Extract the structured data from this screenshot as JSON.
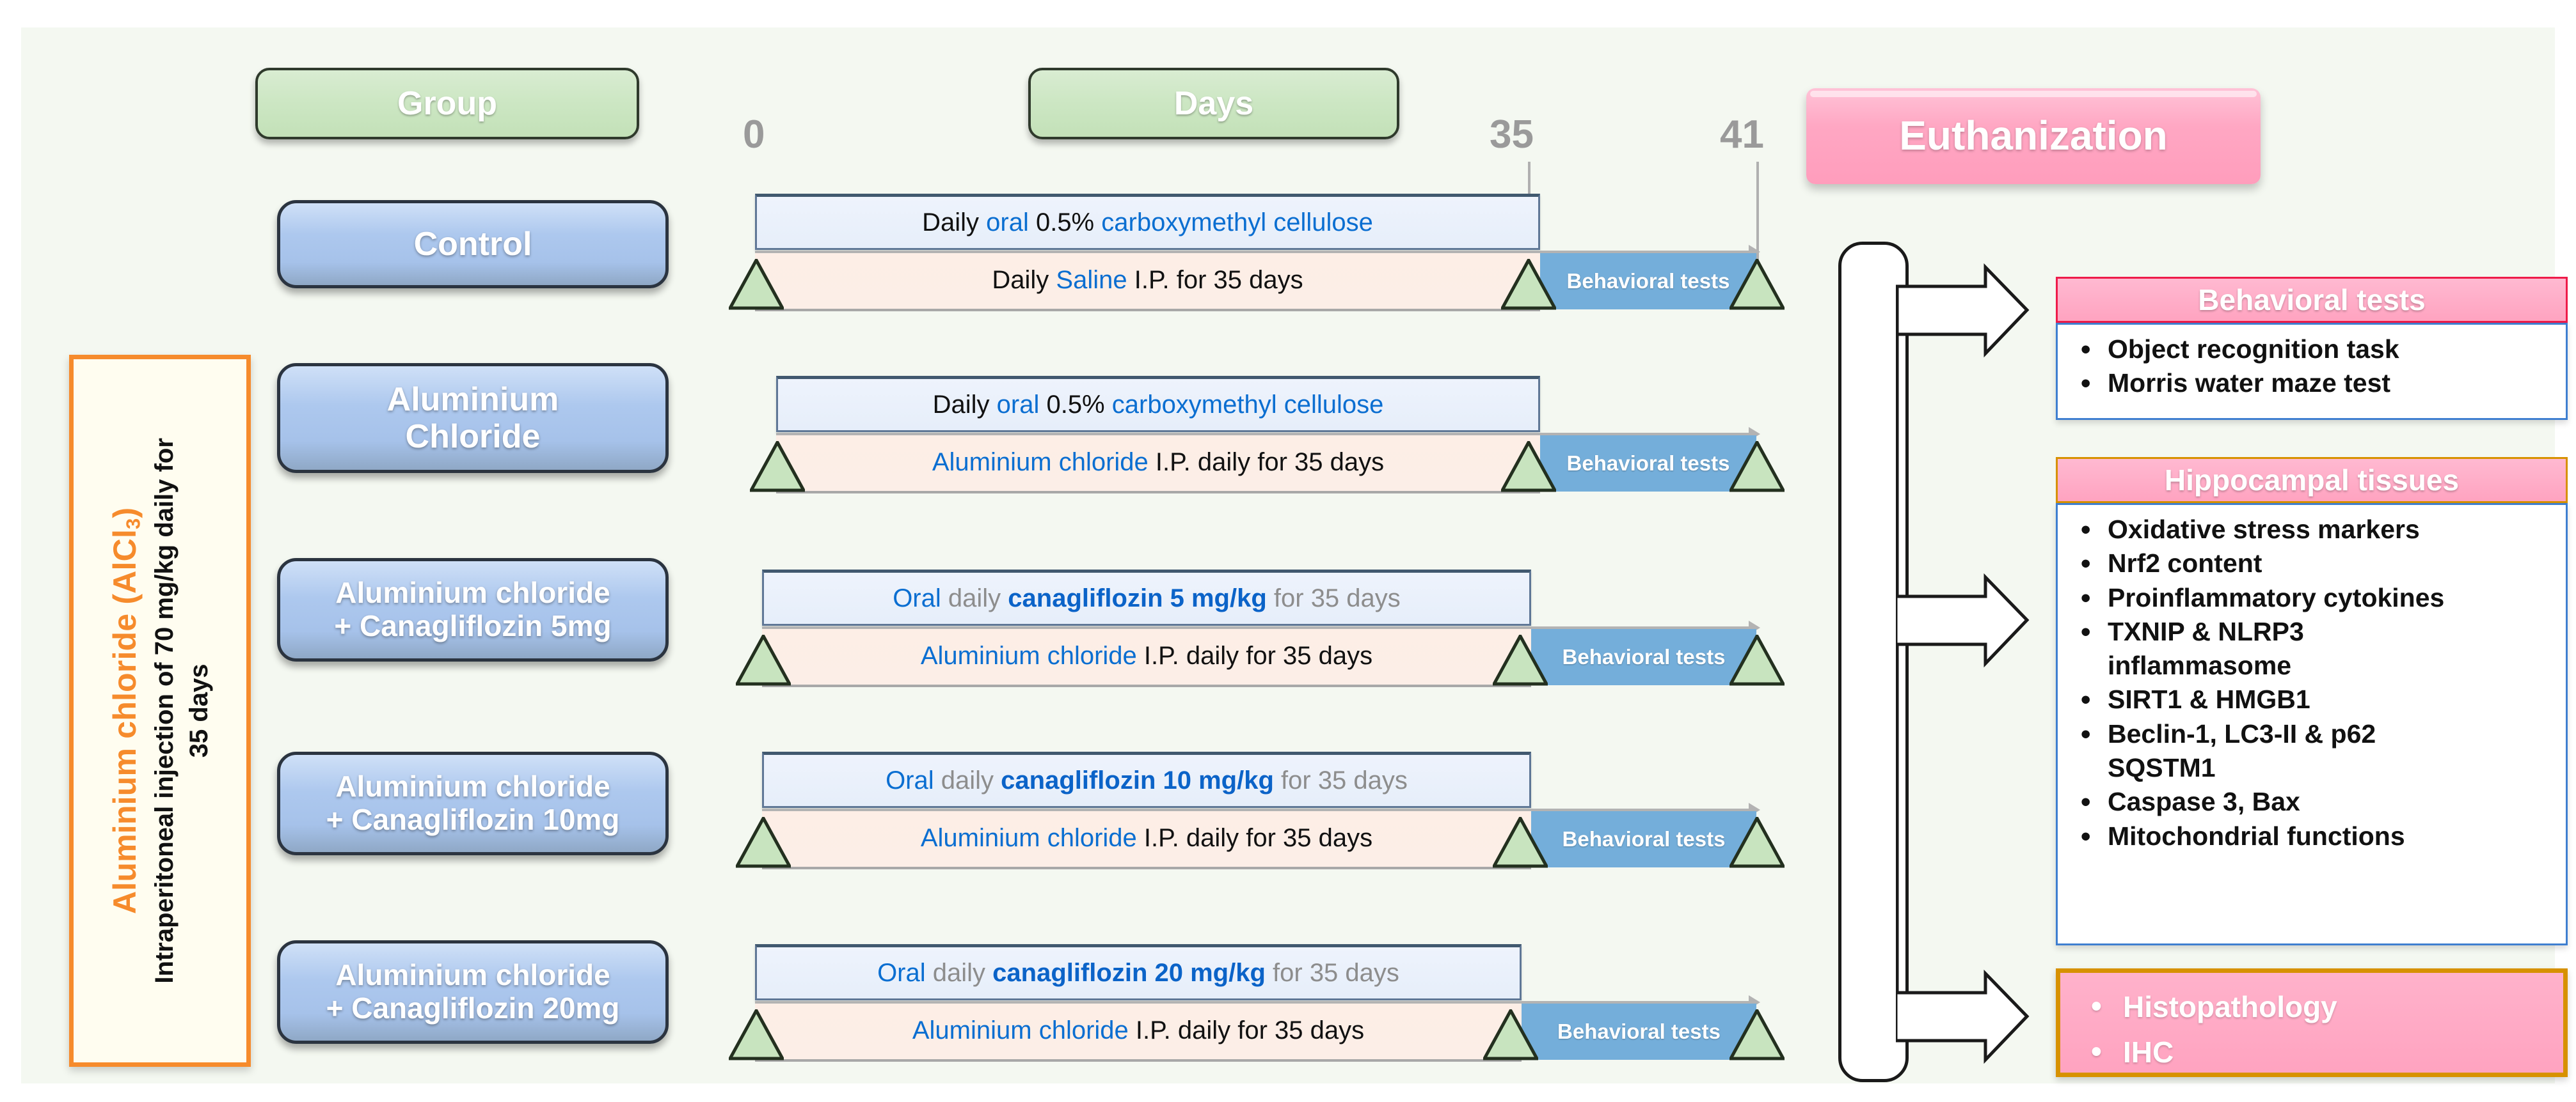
{
  "canvas": {
    "bg": "#f4f8f1"
  },
  "headers": {
    "group": "Group",
    "days": "Days",
    "euthanization": "Euthanization"
  },
  "left_panel": {
    "title_html": "Aluminium chloride (AlCl3)",
    "title_main": "Aluminium chloride (AlCl",
    "title_sub": "3",
    "title_tail": ")",
    "line2": "Intraperitoneal  injection of 70 mg/kg daily for",
    "line3": "35 days",
    "border_color": "#f68b2c",
    "text_color": "#f68b2c"
  },
  "timeline": {
    "day_labels": [
      "0",
      "35",
      "41"
    ],
    "behavioral_chip": "Behavioral tests",
    "marker_days": [
      0,
      35,
      41
    ]
  },
  "groups": [
    {
      "label": "Control"
    },
    {
      "label": "Aluminium\nChloride"
    },
    {
      "label": "Aluminium chloride\n+ Canagliflozin 5mg"
    },
    {
      "label": "Aluminium chloride\n+ Canagliflozin 10mg"
    },
    {
      "label": "Aluminium chloride\n+ Canagliflozin 20mg"
    }
  ],
  "rows": [
    {
      "top_bar": [
        {
          "text": "Daily ",
          "style": "black"
        },
        {
          "text": "oral ",
          "style": "blue"
        },
        {
          "text": "0.5% ",
          "style": "black"
        },
        {
          "text": "carboxymethyl cellulose",
          "style": "blue"
        }
      ],
      "bottom_bar": [
        {
          "text": "Daily ",
          "style": "black"
        },
        {
          "text": "Saline ",
          "style": "blue"
        },
        {
          "text": "I.P. for 35 days",
          "style": "black"
        }
      ]
    },
    {
      "top_bar": [
        {
          "text": "Daily ",
          "style": "black"
        },
        {
          "text": "oral ",
          "style": "blue"
        },
        {
          "text": "0.5% ",
          "style": "black"
        },
        {
          "text": "carboxymethyl cellulose",
          "style": "blue"
        }
      ],
      "bottom_bar": [
        {
          "text": "Aluminium chloride ",
          "style": "blue"
        },
        {
          "text": "I.P. daily for 35 days",
          "style": "black"
        }
      ]
    },
    {
      "top_bar": [
        {
          "text": "Oral ",
          "style": "blue"
        },
        {
          "text": "daily ",
          "style": "grey"
        },
        {
          "text": "canagliflozin 5 mg/kg",
          "style": "blue-bold"
        },
        {
          "text": " for 35 days",
          "style": "grey"
        }
      ],
      "bottom_bar": [
        {
          "text": "Aluminium chloride ",
          "style": "blue"
        },
        {
          "text": "I.P. daily for 35 days",
          "style": "black"
        }
      ]
    },
    {
      "top_bar": [
        {
          "text": "Oral ",
          "style": "blue"
        },
        {
          "text": "daily ",
          "style": "grey"
        },
        {
          "text": "canagliflozin 10 mg/kg",
          "style": "blue-bold"
        },
        {
          "text": " for 35 days",
          "style": "grey"
        }
      ],
      "bottom_bar": [
        {
          "text": "Aluminium chloride ",
          "style": "blue"
        },
        {
          "text": "I.P. daily for 35 days",
          "style": "black"
        }
      ]
    },
    {
      "top_bar": [
        {
          "text": "Oral ",
          "style": "blue"
        },
        {
          "text": "daily ",
          "style": "grey"
        },
        {
          "text": "canagliflozin 20 mg/kg",
          "style": "blue-bold"
        },
        {
          "text": " for 35 days",
          "style": "grey"
        }
      ],
      "bottom_bar": [
        {
          "text": "Aluminium chloride ",
          "style": "blue"
        },
        {
          "text": "I.P. daily for 35 days",
          "style": "black"
        }
      ]
    }
  ],
  "outcomes": {
    "behavioral": {
      "title": "Behavioral tests",
      "items": [
        "Object recognition task",
        "Morris water maze test"
      ],
      "head_border": "#ee1c4a"
    },
    "hippocampal": {
      "title": "Hippocampal tissues",
      "head_border": "#d79100",
      "items": [
        {
          "text": "Oxidative stress markers",
          "cont": false
        },
        {
          "text": "Nrf2 content",
          "cont": false
        },
        {
          "text": "Proinflammatory cytokines",
          "cont": false
        },
        {
          "text": "TXNIP & NLRP3",
          "cont": false
        },
        {
          "text": "inflammasome",
          "cont": true
        },
        {
          "text": "SIRT1 & HMGB1",
          "cont": false
        },
        {
          "text": "Beclin-1, LC3-II & p62",
          "cont": false
        },
        {
          "text": "SQSTM1",
          "cont": true
        },
        {
          "text": "Caspase 3, Bax",
          "cont": false
        },
        {
          "text": "Mitochondrial functions",
          "cont": false
        }
      ]
    },
    "histopathology": {
      "items": [
        "Histopathology",
        "IHC"
      ],
      "border": "#d79100"
    }
  }
}
